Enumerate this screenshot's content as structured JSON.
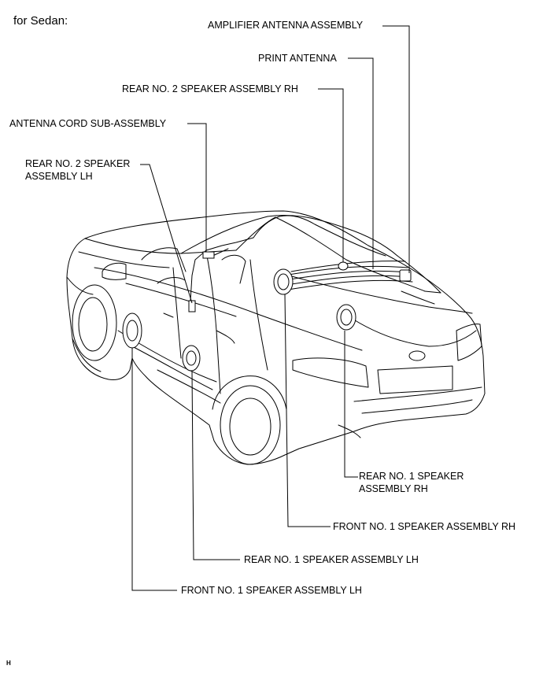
{
  "title": "for Sedan:",
  "labels": {
    "amplifier_antenna": "AMPLIFIER ANTENNA ASSEMBLY",
    "print_antenna": "PRINT ANTENNA",
    "rear2_rh": "REAR NO. 2 SPEAKER ASSEMBLY RH",
    "antenna_cord": "ANTENNA CORD SUB-ASSEMBLY",
    "rear2_lh_line1": "REAR NO. 2 SPEAKER",
    "rear2_lh_line2": "ASSEMBLY LH",
    "rear1_rh_line1": "REAR NO. 1 SPEAKER",
    "rear1_rh_line2": "ASSEMBLY RH",
    "front1_rh": "FRONT NO. 1 SPEAKER ASSEMBLY RH",
    "rear1_lh": "REAR NO. 1 SPEAKER ASSEMBLY LH",
    "front1_lh": "FRONT NO. 1 SPEAKER ASSEMBLY LH"
  },
  "figure_code": "H"
}
